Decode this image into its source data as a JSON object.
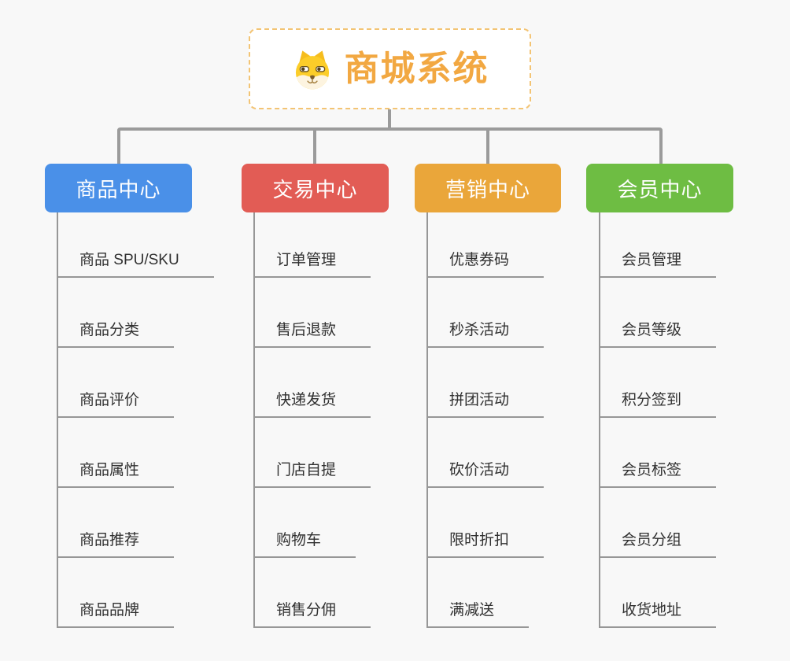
{
  "background_color": "#f8f8f8",
  "connector_color": "#9b9b9b",
  "sub_line_color": "#979797",
  "root": {
    "title": "商城系统",
    "title_color": "#f2a842",
    "border_color": "#f3c474",
    "icon": "doge-icon"
  },
  "branches": [
    {
      "label": "商品中心",
      "color": "#4a90e8",
      "items": [
        "商品 SPU/SKU",
        "商品分类",
        "商品评价",
        "商品属性",
        "商品推荐",
        "商品品牌"
      ]
    },
    {
      "label": "交易中心",
      "color": "#e25c55",
      "items": [
        "订单管理",
        "售后退款",
        "快递发货",
        "门店自提",
        "购物车",
        "销售分佣"
      ]
    },
    {
      "label": "营销中心",
      "color": "#eaa63a",
      "items": [
        "优惠券码",
        "秒杀活动",
        "拼团活动",
        "砍价活动",
        "限时折扣",
        "满减送"
      ]
    },
    {
      "label": "会员中心",
      "color": "#6ebd43",
      "items": [
        "会员管理",
        "会员等级",
        "积分签到",
        "会员标签",
        "会员分组",
        "收货地址"
      ]
    }
  ]
}
